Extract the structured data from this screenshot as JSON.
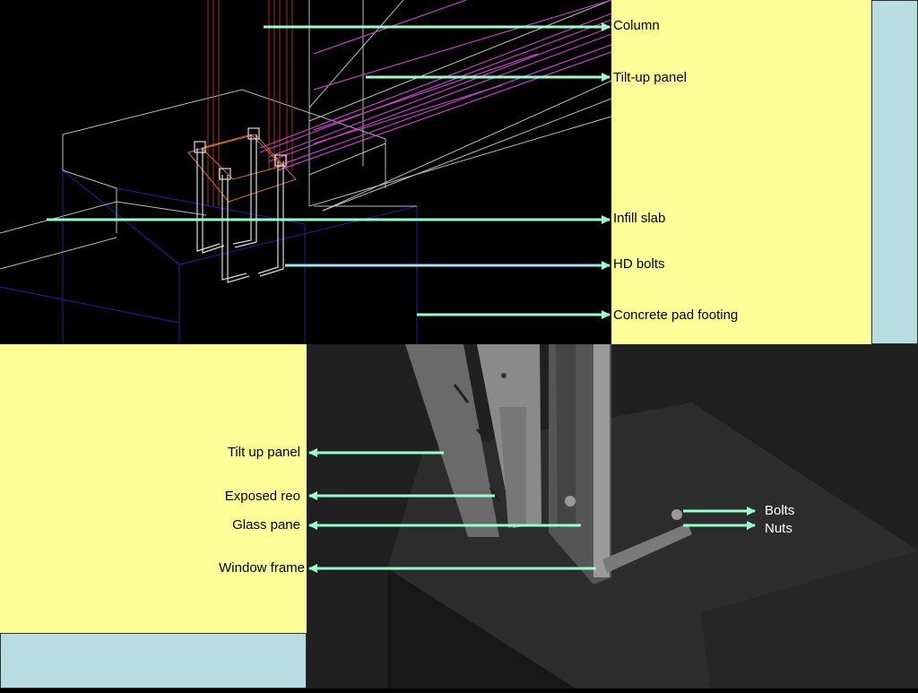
{
  "labels": {
    "column": "Column",
    "tiltup_panel_top": "Tilt-up panel",
    "infill_slab": "Infill slab",
    "hd_bolts": "HD bolts",
    "concrete_pad": "Concrete pad footing",
    "tiltup_panel_bottom": "Tilt up panel",
    "exposed_reo": "Exposed reo",
    "glass_pane": "Glass pane",
    "window_frame": "Window frame",
    "bolts": "Bolts",
    "nuts": "Nuts"
  },
  "colors": {
    "arrow": "#99FFCC",
    "label_bg": "#FFFF99",
    "side_bar": "#B7DDE3",
    "wire_white": "#BBBBBB",
    "wire_magenta": "#C040C0",
    "wire_red": "#B03020",
    "wire_blue": "#2020A0"
  }
}
